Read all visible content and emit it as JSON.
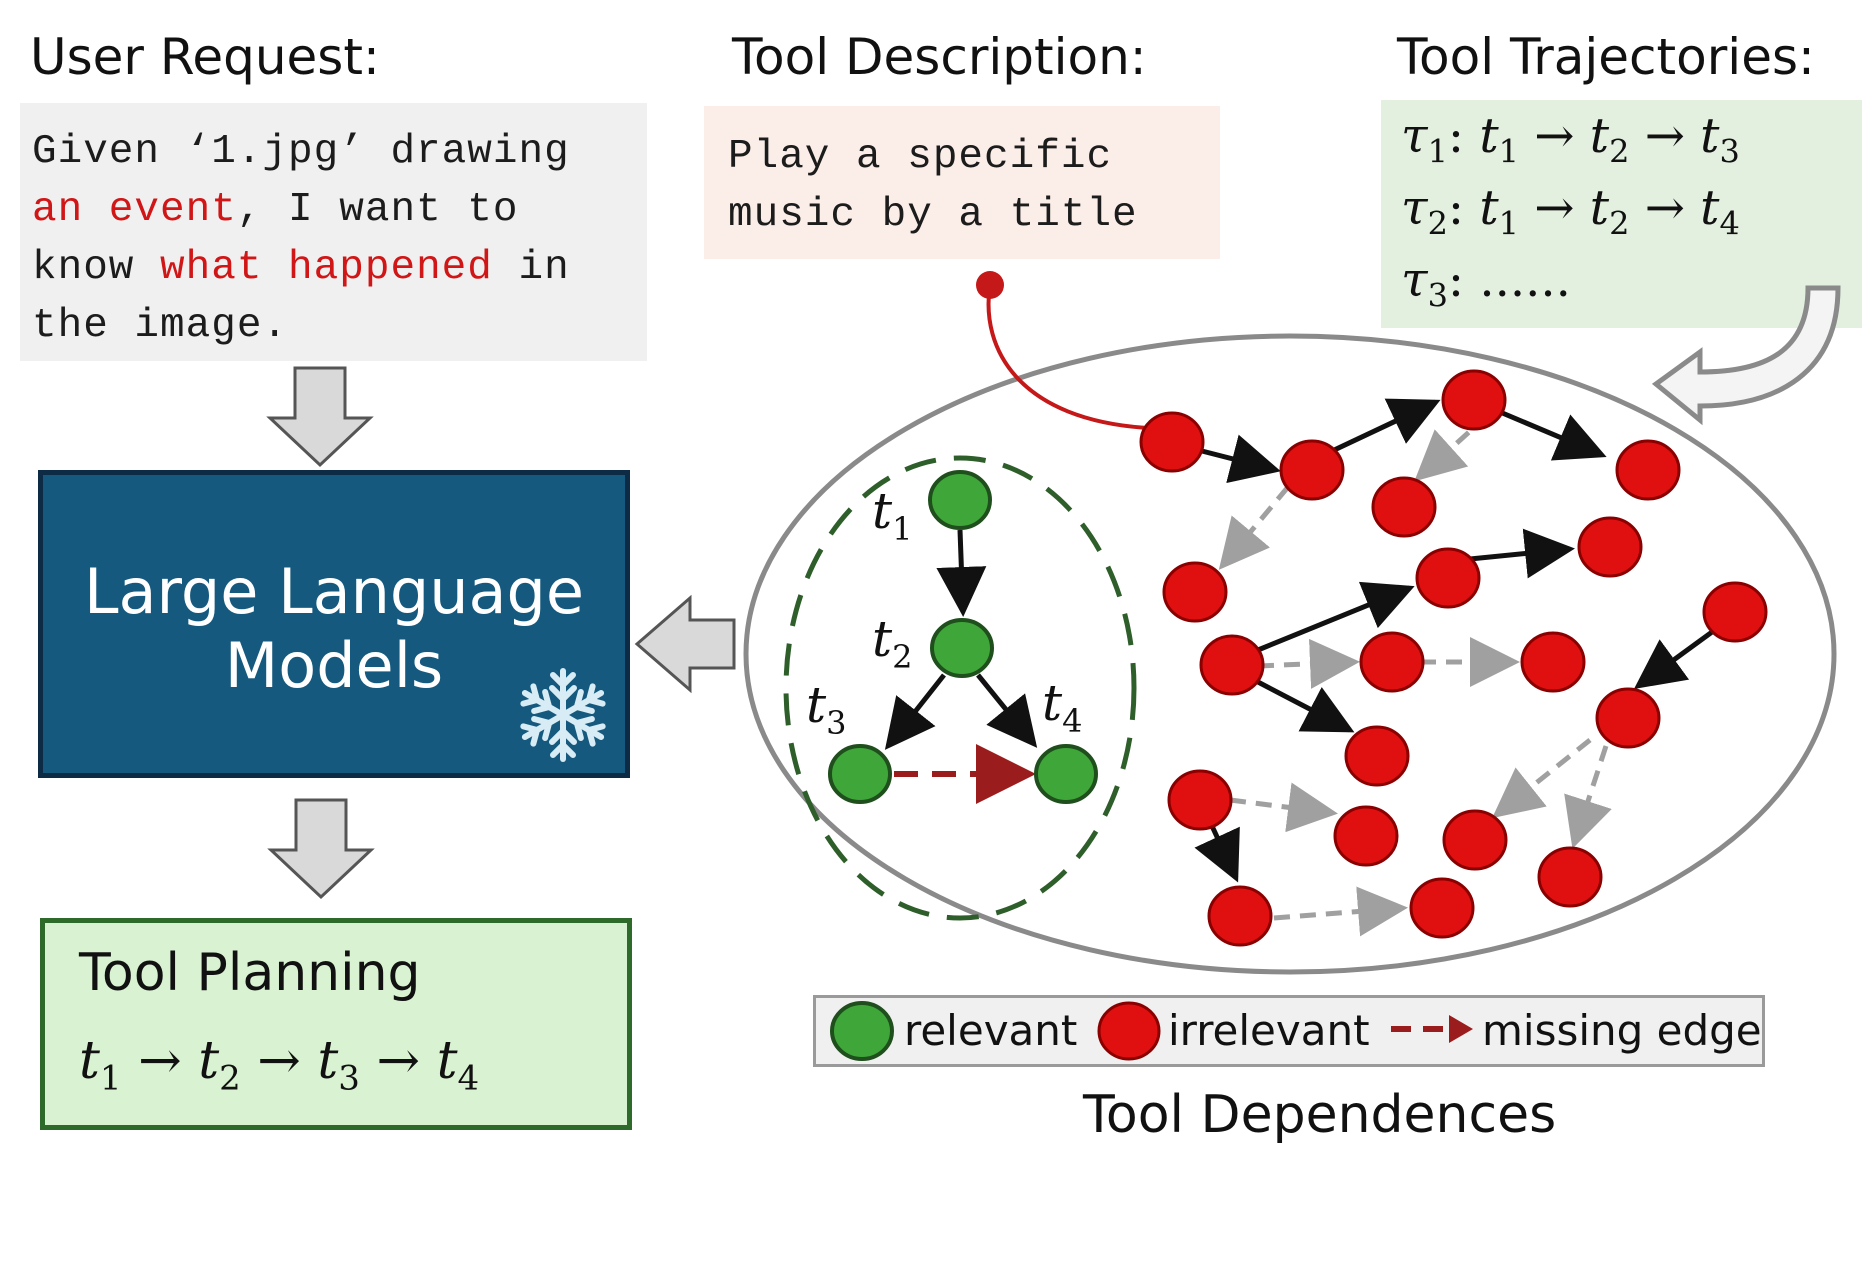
{
  "titles": {
    "user_request": "User Request:",
    "tool_description": "Tool Description:",
    "tool_trajectories": "Tool Trajectories:"
  },
  "user_request": {
    "line1": "Given ‘1.jpg’ drawing",
    "line2_highlight": "an event",
    "line2_rest": ", I want to",
    "line3_start": "know ",
    "line3_highlight": "what happened",
    "line3_end": " in",
    "line4": "the image."
  },
  "tool_description": {
    "line1": "Play a specific",
    "line2": "music by a title"
  },
  "trajectories": {
    "tau1_label": "τ",
    "tau1_sub": "1",
    "tau1_seq": [
      {
        "t": "t",
        "sub": "1"
      },
      {
        "t": "t",
        "sub": "2"
      },
      {
        "t": "t",
        "sub": "3"
      }
    ],
    "tau2_label": "τ",
    "tau2_sub": "2",
    "tau2_seq": [
      {
        "t": "t",
        "sub": "1"
      },
      {
        "t": "t",
        "sub": "2"
      },
      {
        "t": "t",
        "sub": "4"
      }
    ],
    "tau3_label": "τ",
    "tau3_sub": "3",
    "tau3_rest": ": ......",
    "arrow_symbol": "→",
    "colon": ":"
  },
  "llm": {
    "line1": "Large Language",
    "line2": "Models",
    "icon": "snowflake-icon"
  },
  "tool_planning": {
    "title": "Tool Planning",
    "seq": [
      {
        "t": "t",
        "sub": "1"
      },
      {
        "t": "t",
        "sub": "2"
      },
      {
        "t": "t",
        "sub": "3"
      },
      {
        "t": "t",
        "sub": "4"
      }
    ],
    "arrow_symbol": "→"
  },
  "graph": {
    "relevant_nodes": [
      {
        "t": "t",
        "sub": "1"
      },
      {
        "t": "t",
        "sub": "2"
      },
      {
        "t": "t",
        "sub": "3"
      },
      {
        "t": "t",
        "sub": "4"
      }
    ]
  },
  "legend": {
    "relevant": "relevant",
    "irrelevant": "irrelevant",
    "missing_edge": "missing edge"
  },
  "caption": "Tool Dependences",
  "colors": {
    "relevant": "#3fa63a",
    "irrelevant": "#e01010",
    "missing_edge": "#9b1c1c",
    "dashed_edge": "#a0a0a0",
    "llm_fill": "#155a7e",
    "planning_fill": "#d9f2d2",
    "trajectory_fill": "#e3f0e0",
    "description_fill": "#fbeee8",
    "highlight_text": "#d01616"
  }
}
